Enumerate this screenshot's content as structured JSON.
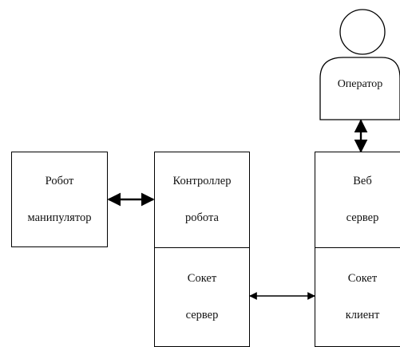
{
  "diagram": {
    "robot": {
      "line1": "Робот",
      "line2": "манипулятор"
    },
    "controller": {
      "line1": "Контроллер",
      "line2": "робота"
    },
    "socket_server": {
      "line1": "Сокет",
      "line2": "сервер"
    },
    "web_server": {
      "line1": "Веб",
      "line2": "сервер"
    },
    "socket_client": {
      "line1": "Сокет",
      "line2": "клиент"
    },
    "operator": {
      "label": "Оператор",
      "icon": "person-icon"
    }
  },
  "colors": {
    "stroke": "#000000",
    "background": "#ffffff"
  }
}
